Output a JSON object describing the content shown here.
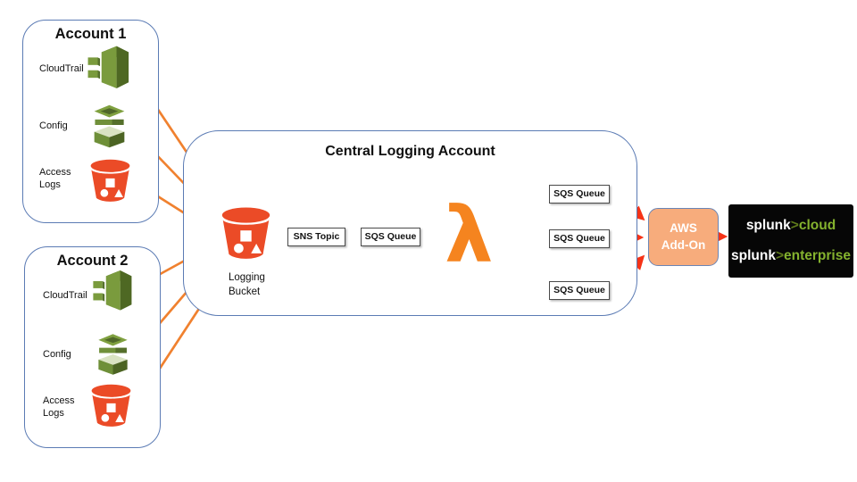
{
  "diagram": {
    "accounts": [
      {
        "title": "Account 1",
        "items": [
          {
            "label": "CloudTrail"
          },
          {
            "label": "Config"
          },
          {
            "label": "Access Logs"
          }
        ]
      },
      {
        "title": "Account 2",
        "items": [
          {
            "label": "CloudTrail"
          },
          {
            "label": "Config"
          },
          {
            "label": "Access Logs"
          }
        ]
      }
    ],
    "central": {
      "title": "Central Logging Account",
      "bucket_label": "Logging Bucket",
      "sns_topic": "SNS Topic",
      "sqs_queue": "SQS Queue",
      "lambda_glyph": "λ",
      "out_queues": [
        "SQS Queue",
        "SQS Queue",
        "SQS Queue"
      ]
    },
    "addon": {
      "line1": "AWS",
      "line2": "Add-On"
    },
    "splunk": {
      "brand": "splunk",
      "separator": ">",
      "products": [
        "cloud",
        "enterprise"
      ]
    },
    "colors": {
      "solid_arrow": "#F0812F",
      "dashed_arrow": "#F63317",
      "bucket_red": "#EB4B27",
      "service_green": "#7A9B3D",
      "service_green_dark": "#4E6823",
      "lambda_orange": "#F5841F",
      "addon_fill": "#F7AC7C",
      "panel_border": "#5B7BB4",
      "splunk_bg": "#000000",
      "splunk_text": "#FFFFFF",
      "splunk_green": "#84B22E"
    }
  }
}
